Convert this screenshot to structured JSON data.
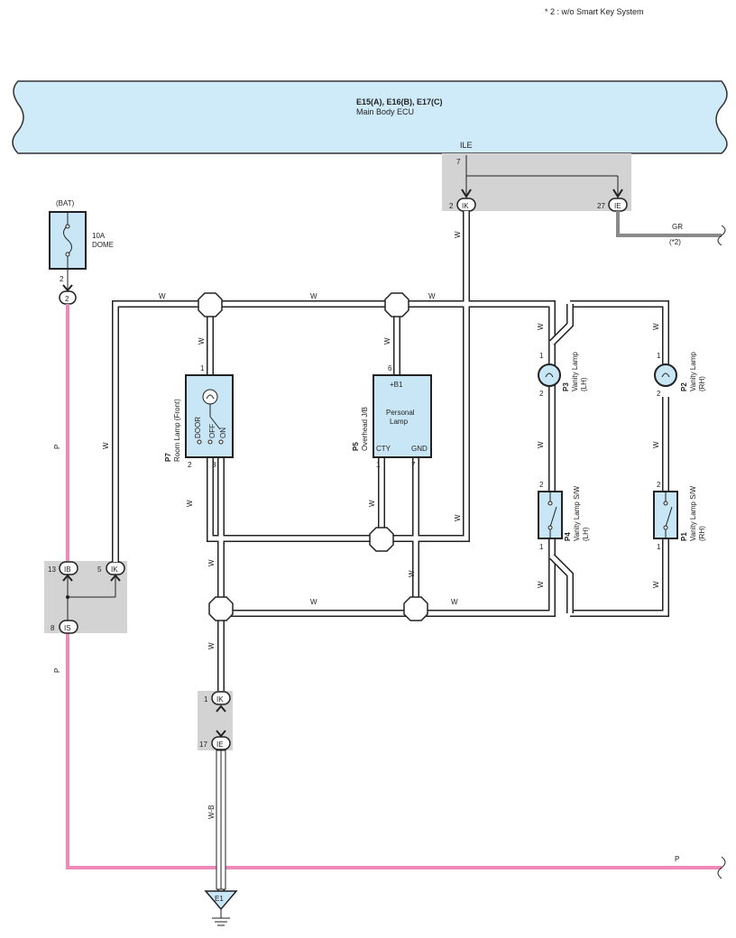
{
  "note": "* 2 : w/o Smart Key System",
  "ecu": {
    "title": "E15(A), E16(B), E17(C)",
    "subtitle": "Main Body ECU",
    "terminal": "ILE",
    "pin": "7"
  },
  "fuse": {
    "source": "(BAT)",
    "rating": "10A",
    "name": "DOME",
    "pin": "2"
  },
  "connectors": {
    "ik_top": {
      "name": "IK",
      "pin": "2"
    },
    "ie_top": {
      "name": "IE",
      "pin": "27"
    },
    "fuse_out": {
      "name": "2"
    },
    "ib": {
      "name": "IB",
      "pin": "13"
    },
    "ik_mid": {
      "name": "IK",
      "pin": "5"
    },
    "is": {
      "name": "IS",
      "pin": "8"
    },
    "ik_low": {
      "name": "IK",
      "pin": "1"
    },
    "ie_low": {
      "name": "IE",
      "pin": "17"
    }
  },
  "gr_wire": {
    "color": "GR",
    "note": "(*2)"
  },
  "room_lamp": {
    "code": "P7",
    "name": "Room Lamp (Front)",
    "pin_top": "1",
    "pin_bl": "2",
    "pin_br": "3",
    "positions": [
      "DOOR",
      "OFF",
      "ON"
    ]
  },
  "overhead": {
    "code": "P5",
    "name": "Overhead J/B",
    "b1": "+B1",
    "lamp": [
      "Personal",
      "Lamp"
    ],
    "cty": "CTY",
    "gnd": "GND",
    "pin_top": "6",
    "pin_bl": "1",
    "pin_br": "7"
  },
  "vanity_lh": {
    "code": "P3",
    "name": "Vanity Lamp",
    "side": "(LH)",
    "pin1": "1",
    "pin2": "2"
  },
  "vanity_rh": {
    "code": "P2",
    "name": "Vanity Lamp",
    "side": "(RH)",
    "pin1": "1",
    "pin2": "2"
  },
  "vanity_sw_lh": {
    "code": "P4",
    "name": "Vanity Lamp S/W",
    "side": "(LH)",
    "pin1": "2",
    "pin2": "1"
  },
  "vanity_sw_rh": {
    "code": "P1",
    "name": "Vanity Lamp S/W",
    "side": "(RH)",
    "pin1": "2",
    "pin2": "1"
  },
  "wire_labels": {
    "w": "W",
    "p": "P",
    "wb": "W-B"
  },
  "ground": {
    "name": "E1"
  },
  "colors": {
    "ecu_fill": "#cfeaf8",
    "splice_fill": "#d3d3d3",
    "pink_wire": "#ef8ab8",
    "gray_wire": "#8a8a8a",
    "panel_fill": "#c8e6f5"
  }
}
